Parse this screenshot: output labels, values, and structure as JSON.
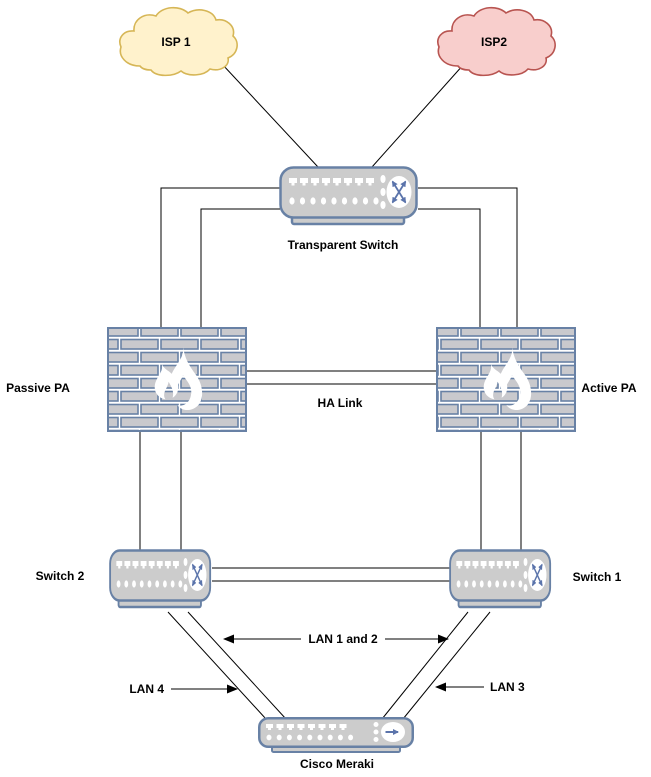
{
  "nodes": {
    "isp1": {
      "label": "ISP 1",
      "type": "cloud"
    },
    "isp2": {
      "label": "ISP2",
      "type": "cloud"
    },
    "transparent_switch": {
      "label": "Transparent Switch",
      "type": "switch"
    },
    "passive_pa": {
      "label": "Passive PA",
      "type": "firewall"
    },
    "active_pa": {
      "label": "Active PA",
      "type": "firewall"
    },
    "switch2": {
      "label": "Switch 2",
      "type": "switch"
    },
    "switch1": {
      "label": "Switch 1",
      "type": "switch"
    },
    "cisco_meraki": {
      "label": "Cisco Meraki",
      "type": "router"
    }
  },
  "links": {
    "ha_link": {
      "label": "HA Link"
    },
    "lan_1_2": {
      "label": "LAN 1 and 2"
    },
    "lan_3": {
      "label": "LAN 3"
    },
    "lan_4": {
      "label": "LAN 4"
    }
  },
  "colors": {
    "isp1_fill": "#fff2cc",
    "isp1_stroke": "#d6b656",
    "isp2_fill": "#f8cecc",
    "isp2_stroke": "#b85450",
    "device_fill": "#cccccc",
    "device_stroke": "#6881a5",
    "port_fill": "#ffffff",
    "arrow_accent": "#5b74ab",
    "brick_fill": "#c9c9cd",
    "flame_fill": "#ffffff",
    "line": "#000000",
    "text": "#000000",
    "background": "#ffffff"
  }
}
